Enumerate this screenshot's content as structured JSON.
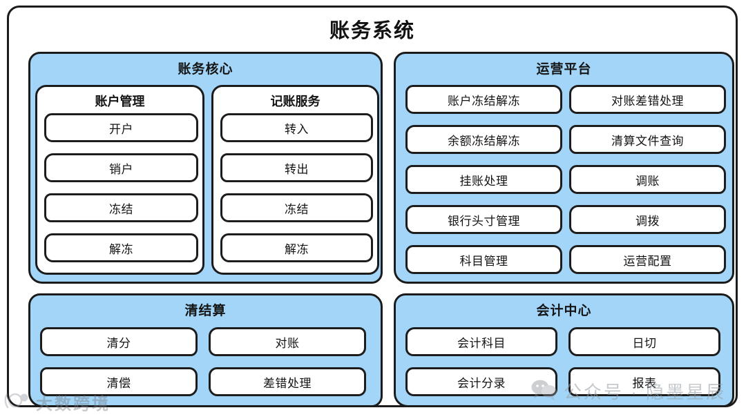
{
  "diagram": {
    "title": "账务系统",
    "panel_color": "#a2d5f7",
    "border_color": "#1b1b1b",
    "background_color": "#ffffff"
  },
  "panels": {
    "core": {
      "title": "账务核心",
      "subgroups": [
        {
          "title": "账户管理",
          "items": [
            "开户",
            "销户",
            "冻结",
            "解冻"
          ]
        },
        {
          "title": "记账服务",
          "items": [
            "转入",
            "转出",
            "冻结",
            "解冻"
          ]
        }
      ]
    },
    "ops": {
      "title": "运营平台",
      "column_a": [
        "账户冻结解冻",
        "余额冻结解冻",
        "挂账处理",
        "银行头寸管理",
        "科目管理"
      ],
      "column_b": [
        "对账差错处理",
        "清算文件查询",
        "调账",
        "调拨",
        "运营配置"
      ]
    },
    "clearing": {
      "title": "清结算",
      "column_a": [
        "清分",
        "清偿"
      ],
      "column_b": [
        "对账",
        "差错处理"
      ]
    },
    "accounting": {
      "title": "会计中心",
      "column_a": [
        "会计科目",
        "会计分录"
      ],
      "column_b": [
        "日切",
        "报表"
      ]
    }
  },
  "watermarks": {
    "left": {
      "text": "大数跨境",
      "icon": "logo-icon"
    },
    "right": {
      "text": "公众号 · 隐墨星辰",
      "icon": "wechat-icon"
    }
  }
}
